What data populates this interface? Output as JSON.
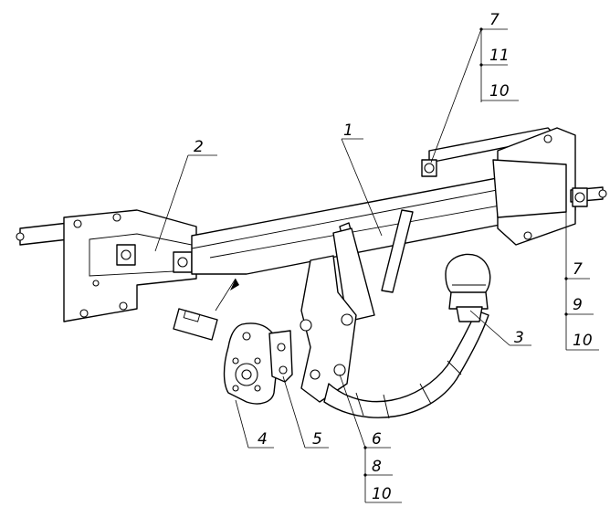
{
  "callouts": {
    "top_right": [
      "7",
      "11",
      "10"
    ],
    "frame": "2",
    "beam": "1",
    "ball": "3",
    "socket_plate": "4",
    "bracket": "5",
    "bottom_stack": [
      "6",
      "8",
      "10"
    ],
    "right_stack": [
      "7",
      "9",
      "10"
    ]
  },
  "colors": {
    "line": "#000000",
    "background": "#ffffff"
  }
}
